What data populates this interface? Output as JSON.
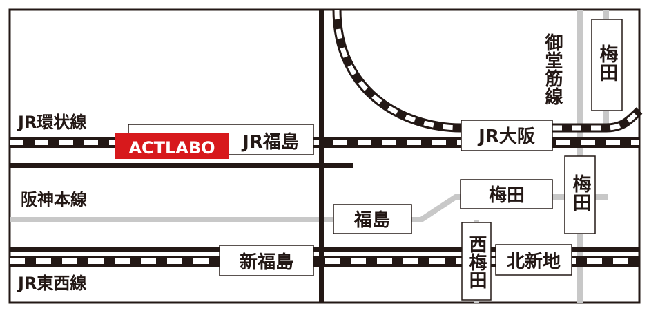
{
  "lines": {
    "jr_loop": "JR環状線",
    "hanshin": "阪神本線",
    "jr_tozai": "JR東西線",
    "midosuji": "御堂筋線"
  },
  "stations": {
    "jr_fukushima": "JR福島",
    "jr_osaka": "JR大阪",
    "umeda_top": "梅田",
    "umeda_mid": "梅田",
    "umeda_right": "梅田",
    "fukushima": "福島",
    "shin_fukushima": "新福島",
    "nishi_umeda": "西梅田",
    "kitashinchi": "北新地"
  },
  "venue": {
    "label": "ACTLABO"
  },
  "colors": {
    "ink": "#231815",
    "road_gray": "#c8c8c8",
    "venue_red": "#d7191c",
    "venue_text": "#ffffff"
  }
}
